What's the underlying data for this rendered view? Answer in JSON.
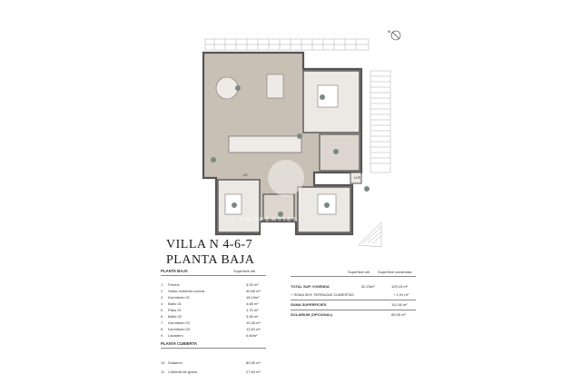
{
  "title": {
    "line1": "VILLA N 4-6-7",
    "line2": "PLANTA BAJA"
  },
  "plan": {
    "compass_label": "N",
    "labels": {
      "lv": "LV",
      "lve": "LVE"
    },
    "room_markers": [
      "1",
      "2",
      "3",
      "4",
      "5",
      "6",
      "7",
      "8",
      "9"
    ],
    "watermark": "J PROPERTIES",
    "colors": {
      "floor": "#c8bfb5",
      "wall": "#555555",
      "bath": "#e6e1da",
      "marker": "#7a8a82"
    }
  },
  "table_left": {
    "section1": "PLANTA BAJA",
    "col_header": "Superficie útil",
    "rows": [
      {
        "num": "1",
        "name": "Porche",
        "value": "3,25 m²"
      },
      {
        "num": "2",
        "name": "Salón-comedor-cocina",
        "value": "40,68 m²"
      },
      {
        "num": "3",
        "name": "Dormitorio 01",
        "value": "18,19m²"
      },
      {
        "num": "4",
        "name": "Baño 01",
        "value": "4,68 m²"
      },
      {
        "num": "5",
        "name": "Paso 01",
        "value": "1,70 m²"
      },
      {
        "num": "6",
        "name": "Baño 02",
        "value": "3,96 m²"
      },
      {
        "num": "7",
        "name": "Dormitorio 02",
        "value": "10,38 m²"
      },
      {
        "num": "8",
        "name": "Dormitorio 03",
        "value": "12,63 m²"
      },
      {
        "num": "9",
        "name": "Lavadero",
        "value": "0,60m²"
      }
    ],
    "section2": "PLANTA CUBIERTA",
    "rows2": [
      {
        "num": "10",
        "name": "Solarium",
        "value": "80,55 m²"
      },
      {
        "num": "11",
        "name": "Cubierta de grava",
        "value": "27,63 m²"
      }
    ]
  },
  "table_right": {
    "col1": "Superficie útil",
    "col2": "Superficie construida",
    "rows": [
      {
        "name": "TOTAL SUP. VIVIENDA",
        "util": "92,23m²",
        "construida": "109,15 m²"
      },
      {
        "name": "+ SUMA 50% TERRAZAS CUBIERTAS",
        "util": "",
        "construida": "+ 1,91 m²"
      },
      {
        "name": "SUMA SUPERFICIES",
        "util": "",
        "construida": "111,06 m²"
      },
      {
        "name": "SOLARIUM (OPCIONAL)",
        "util": "",
        "construida": "89,05 m²"
      }
    ]
  }
}
